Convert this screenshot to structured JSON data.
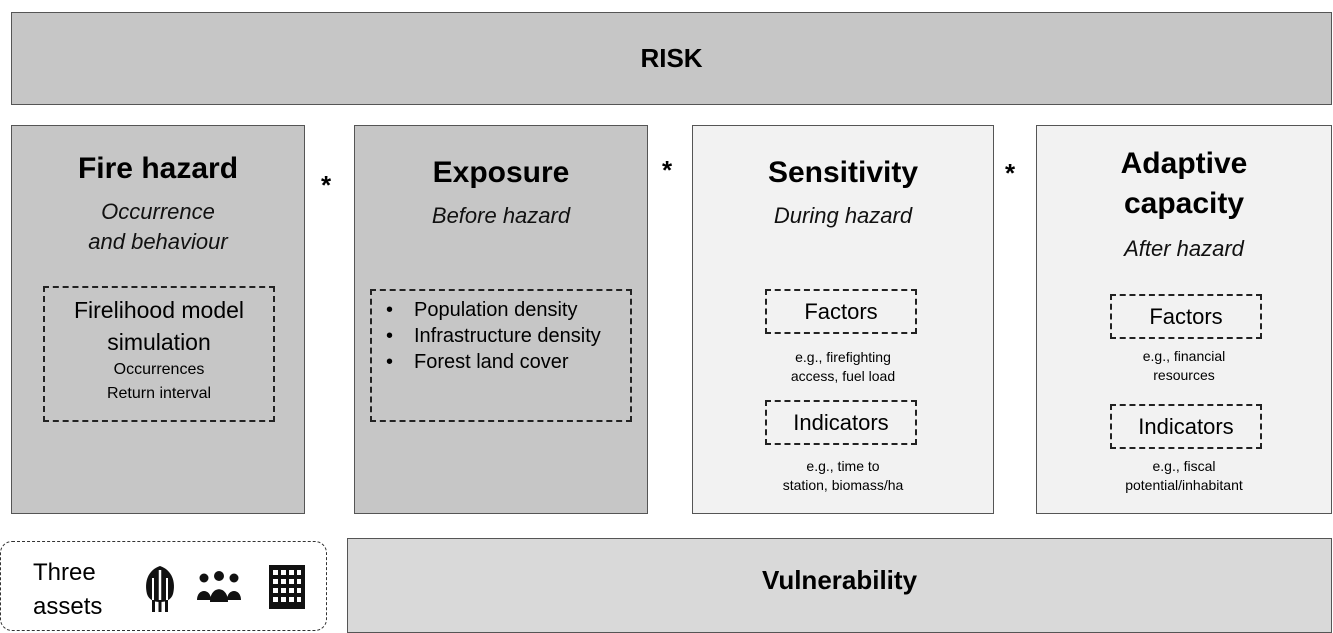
{
  "risk": "RISK",
  "operator": "*",
  "fire_hazard": {
    "title": "Fire hazard",
    "subtitle_line1": "Occurrence",
    "subtitle_line2": "and behaviour",
    "box_line1": "Firelihood model",
    "box_line2": "simulation",
    "box_line3": "Occurrences",
    "box_line4": "Return interval"
  },
  "exposure": {
    "title": "Exposure",
    "subtitle": "Before hazard",
    "bullets": [
      "Population density",
      "Infrastructure density",
      "Forest land cover"
    ]
  },
  "sensitivity": {
    "title": "Sensitivity",
    "subtitle": "During hazard",
    "factors_label": "Factors",
    "factors_example_line1": "e.g., firefighting",
    "factors_example_line2": "access, fuel load",
    "indicators_label": "Indicators",
    "indicators_example_line1": "e.g., time to",
    "indicators_example_line2": "station, biomass/ha"
  },
  "adaptive": {
    "title_line1": "Adaptive",
    "title_line2": "capacity",
    "subtitle": "After hazard",
    "factors_label": "Factors",
    "factors_example_line1": "e.g., financial",
    "factors_example_line2": "resources",
    "indicators_label": "Indicators",
    "indicators_example_line1": "e.g., fiscal",
    "indicators_example_line2": "potential/inhabitant"
  },
  "assets": {
    "label_line1": "Three",
    "label_line2": "assets",
    "icons": [
      "tree-icon",
      "people-icon",
      "building-icon"
    ]
  },
  "vulnerability": "Vulnerability"
}
